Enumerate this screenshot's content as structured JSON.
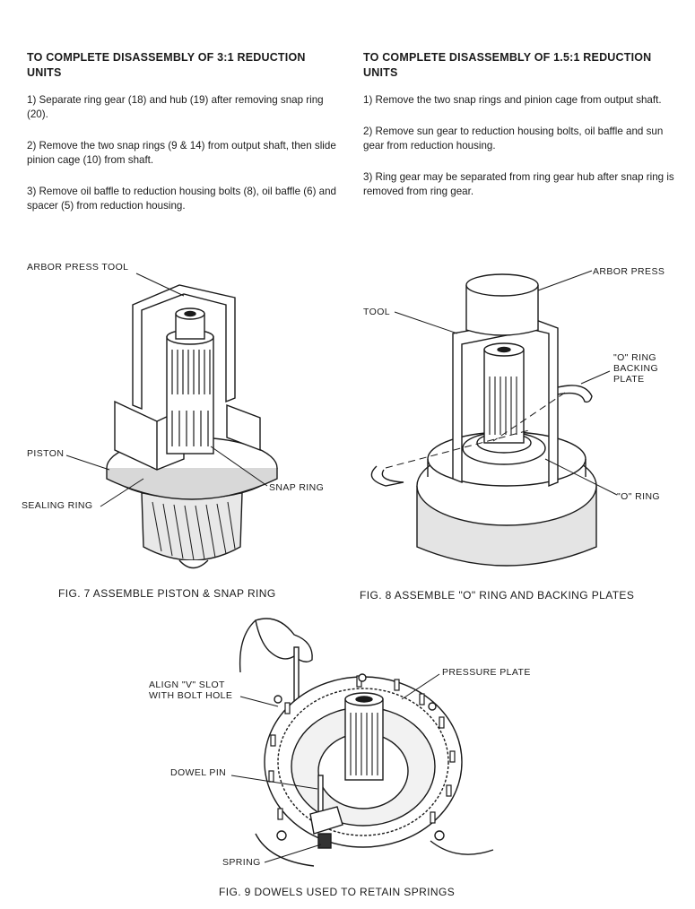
{
  "left_column": {
    "heading": "TO COMPLETE DISASSEMBLY OF 3:1 REDUCTION UNITS",
    "steps": [
      "1)  Separate ring gear (18) and hub (19) after removing snap ring (20).",
      "2)  Remove the two snap rings (9 & 14) from output shaft, then slide pinion cage (10) from shaft.",
      "3)  Remove oil baffle to reduction housing bolts (8), oil baffle (6) and spacer (5) from reduction housing."
    ]
  },
  "right_column": {
    "heading": "TO COMPLETE DISASSEMBLY OF 1.5:1 REDUCTION UNITS",
    "steps": [
      "1)  Remove the two snap rings and pinion cage from output shaft.",
      "2)  Remove sun gear to reduction housing bolts, oil baffle and sun gear from reduction housing.",
      "3)  Ring gear may be separated from ring gear hub after snap ring is removed from ring gear."
    ]
  },
  "fig7": {
    "caption": "FIG. 7  ASSEMBLE PISTON & SNAP RING",
    "labels": {
      "arbor_press_tool": "ARBOR PRESS TOOL",
      "piston": "PISTON",
      "sealing_ring": "SEALING RING",
      "snap_ring": "SNAP RING"
    }
  },
  "fig8": {
    "caption": "FIG. 8  ASSEMBLE \"O\" RING AND BACKING PLATES",
    "labels": {
      "arbor_press": "ARBOR PRESS",
      "tool": "TOOL",
      "o_ring_backing_plate": "\"O\" RING\nBACKING\nPLATE",
      "o_ring": "\"O\" RING"
    }
  },
  "fig9": {
    "caption": "FIG. 9  DOWELS USED TO RETAIN SPRINGS",
    "labels": {
      "align_v_slot": "ALIGN \"V\" SLOT\nWITH BOLT HOLE",
      "pressure_plate": "PRESSURE PLATE",
      "dowel_pin": "DOWEL PIN",
      "spring": "SPRING"
    }
  }
}
